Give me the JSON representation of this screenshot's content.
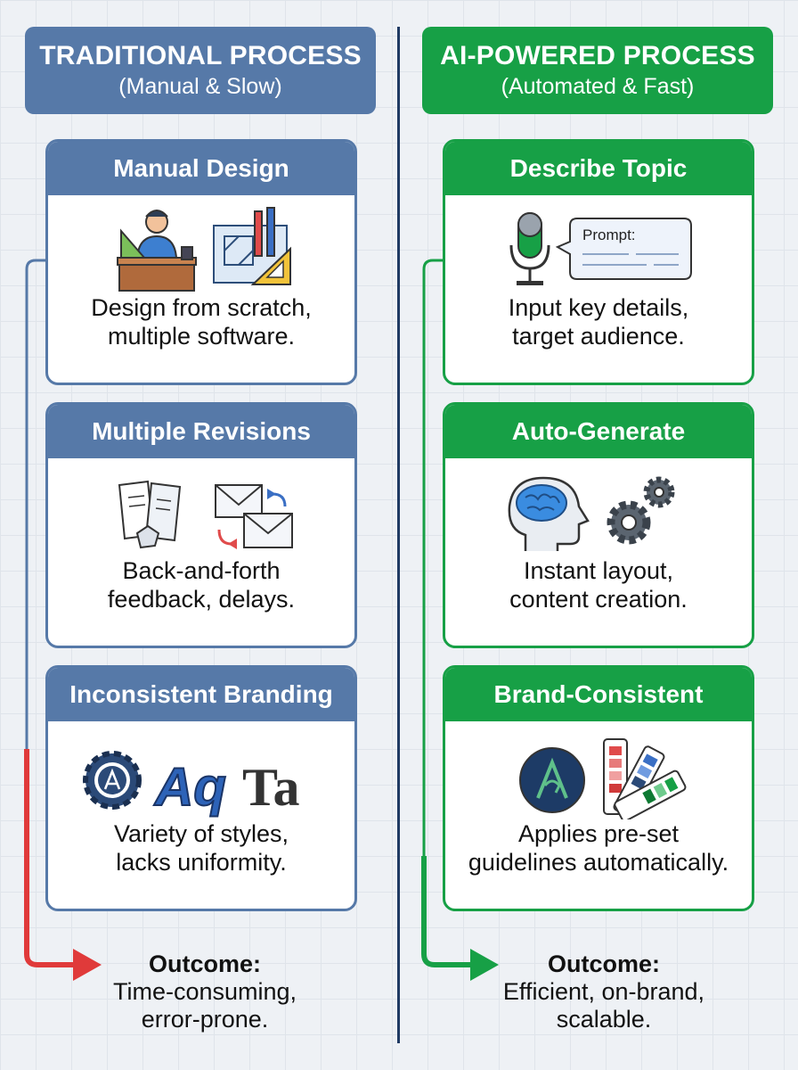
{
  "traditional": {
    "title": "TRADITIONAL PROCESS",
    "subtitle": "(Manual & Slow)",
    "color": "#5679a8",
    "steps": [
      {
        "title": "Manual Design",
        "desc_line1": "Design from scratch,",
        "desc_line2": "multiple software.",
        "icons": [
          "designer-at-desk-icon",
          "blueprint-pencils-icon"
        ]
      },
      {
        "title": "Multiple Revisions",
        "desc_line1": "Back-and-forth",
        "desc_line2": "feedback, delays.",
        "icons": [
          "documents-icon",
          "email-exchange-icon"
        ]
      },
      {
        "title": "Inconsistent Branding",
        "desc_line1": "Variety of styles,",
        "desc_line2": "lacks uniformity.",
        "icons": [
          "gear-logo-icon",
          "font-aq-icon",
          "font-ta-icon"
        ],
        "font_samples": [
          "Aq",
          "Ta"
        ]
      }
    ],
    "outcome": {
      "label": "Outcome:",
      "line1": "Time-consuming,",
      "line2": "error-prone."
    },
    "arrow_color": "#e03a3a"
  },
  "ai": {
    "title": "AI-POWERED PROCESS",
    "subtitle": "(Automated & Fast)",
    "color": "#17a046",
    "steps": [
      {
        "title": "Describe Topic",
        "desc_line1": "Input key details,",
        "desc_line2": "target audience.",
        "icons": [
          "microphone-icon",
          "prompt-bubble-icon"
        ],
        "prompt_text": "Prompt:"
      },
      {
        "title": "Auto-Generate",
        "desc_line1": "Instant layout,",
        "desc_line2": "content creation.",
        "icons": [
          "brain-head-icon",
          "gears-icon"
        ]
      },
      {
        "title": "Brand-Consistent",
        "desc_line1": "Applies pre-set",
        "desc_line2": "guidelines automatically.",
        "icons": [
          "brand-logo-icon",
          "color-palette-icon"
        ]
      }
    ],
    "outcome": {
      "label": "Outcome:",
      "line1": "Efficient, on-brand,",
      "line2": "scalable."
    },
    "arrow_color": "#17a046"
  }
}
